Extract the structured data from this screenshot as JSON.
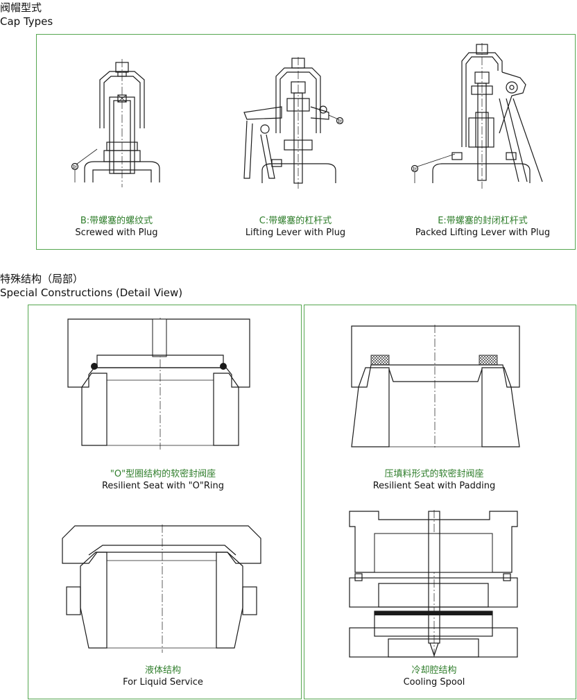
{
  "section_cap": {
    "title_cn": "阀帽型式",
    "title_en": "Cap Types",
    "items": [
      {
        "cn": "B:带螺塞的螺纹式",
        "en": "Screwed  with Plug",
        "tag": "封"
      },
      {
        "cn": "C:带螺塞的杠杆式",
        "en": "Lifting Lever with Plug",
        "tag": "封"
      },
      {
        "cn": "E:带螺塞的封闭杠杆式",
        "en": "Packed Lifting Lever with Plug",
        "tag": "封"
      }
    ]
  },
  "section_special": {
    "title_cn": "特殊结构（局部）",
    "title_en": "Special Constructions (Detail View)",
    "items": [
      {
        "cn": "\"O\"型圈结构的软密封阀座",
        "en": "Resilient Seat with \"O\"Ring"
      },
      {
        "cn": "压填料形式的软密封阀座",
        "en": "Resilient Seat with Padding"
      },
      {
        "cn": "液体结构",
        "en": "For Liquid Service"
      },
      {
        "cn": "冷却腔结构",
        "en": "Cooling Spool"
      }
    ]
  },
  "colors": {
    "frame": "#55a64f",
    "caption_cn": "#2e7d2a",
    "ink": "#1a1a1a"
  }
}
